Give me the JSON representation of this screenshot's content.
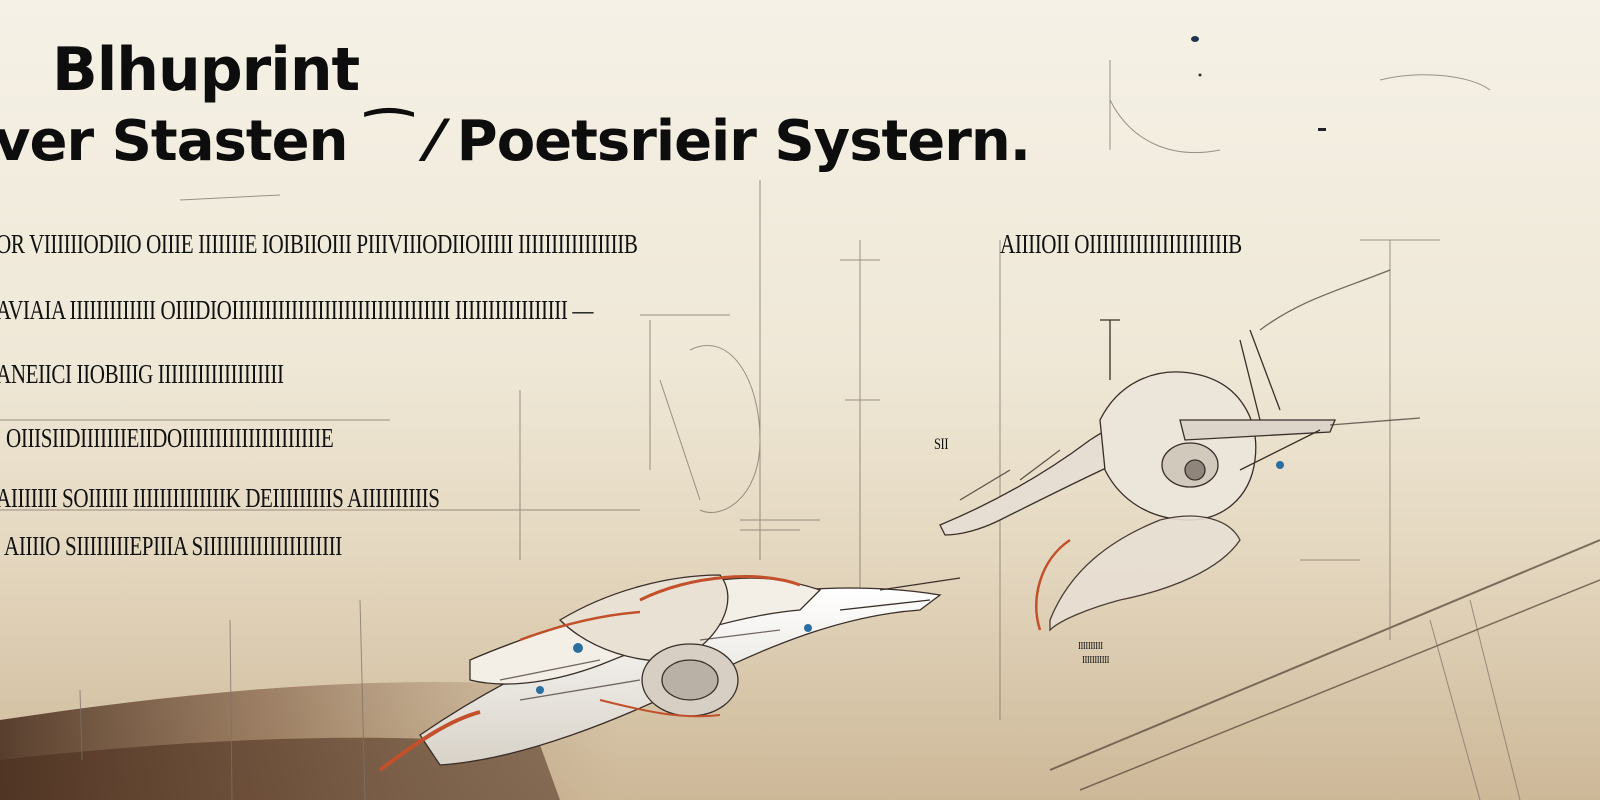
{
  "title": {
    "line1": "Blhuprint",
    "line2": "ver Stasten ⁀ ⁄ Poetsrieir Systern."
  },
  "spec_text": {
    "left_block": [
      "OR VIIIIIIODIIO OIIIE IIIIIIIE IOIBIIOIII PIIIVIIIODIIOIIIII IIIIIIIIIIIIIIIIB",
      "AVIAIA IIIIIIIIIIIII OIIIDIOIIIIIIIIIIIIIIIIIIIIIIIIIIIIIIIII IIIIIIIIIIIIIIIII —",
      "ANEIICI IIOBIIIG IIIIIIIIIIIIIIIIIII",
      "OIIISIIDIIIIIIIEIIDOIIIIIIIIIIIIIIIIIIIIIE",
      "AIIIIIII SOIIIIII IIIIIIIIIIIIIIK DEIIIIIIIIIS AIIIIIIIIIIS",
      "AIIIIO SIIIIIIIIEPIIIA SIIIIIIIIIIIIIIIIIIIII"
    ],
    "right_block": "AIIIIOII OIIIIIIIIIIIIIIIIIIIIIB",
    "small_annotation": [
      "IIIIIIIIII",
      "IIIIIIIIIII"
    ],
    "margin_mark": "SII"
  },
  "colors": {
    "paper": "#f2ede0",
    "ink": "#111111",
    "sketch_line": "#6a5f55",
    "accent_orange": "#c2502a",
    "accent_blue": "#2a6fa0",
    "shadow_brown": "#6b4c34"
  },
  "drawings": [
    "lower-left-spacecraft-sketch",
    "right-spacecraft-sketch"
  ]
}
